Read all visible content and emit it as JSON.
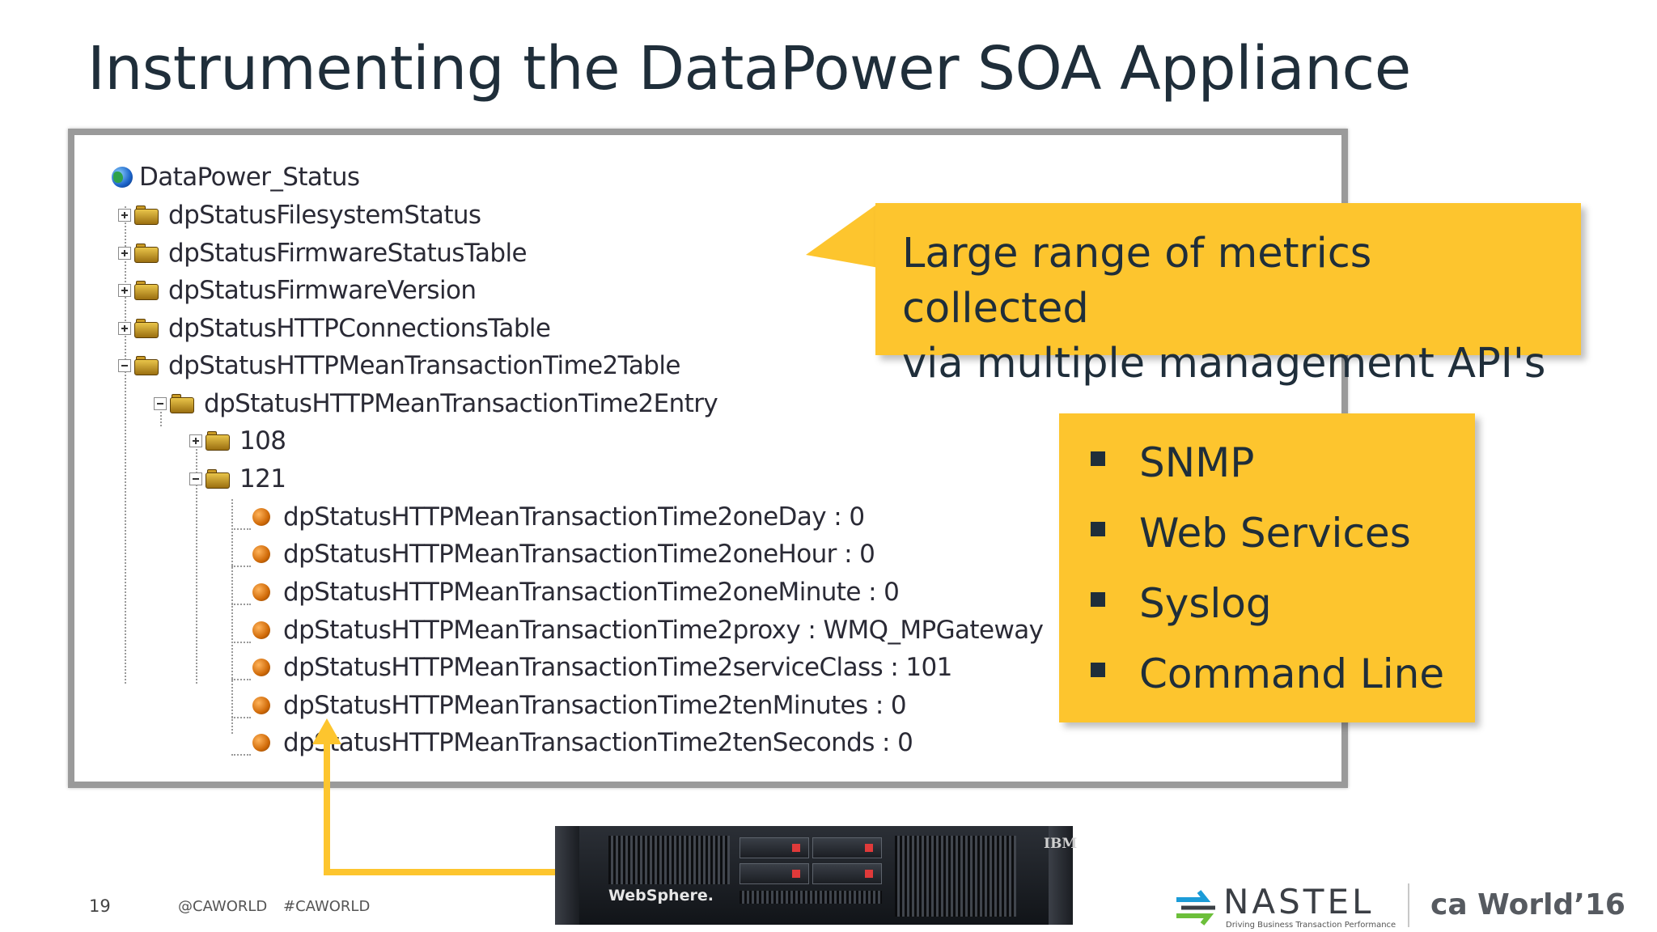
{
  "slide": {
    "title": "Instrumenting the DataPower SOA Appliance",
    "page_number": "19",
    "footer_tags": "@CAWORLD #CAWORLD"
  },
  "tree": {
    "root": "DataPower_Status",
    "nodes": [
      "dpStatusFilesystemStatus",
      "dpStatusFirmwareStatusTable",
      "dpStatusFirmwareVersion",
      "dpStatusHTTPConnectionsTable",
      "dpStatusHTTPMeanTransactionTime2Table",
      "dpStatusHTTPMeanTransactionTime2Entry",
      "108",
      "121"
    ],
    "leaves": [
      "dpStatusHTTPMeanTransactionTime2oneDay : 0",
      "dpStatusHTTPMeanTransactionTime2oneHour : 0",
      "dpStatusHTTPMeanTransactionTime2oneMinute : 0",
      "dpStatusHTTPMeanTransactionTime2proxy : WMQ_MPGateway",
      "dpStatusHTTPMeanTransactionTime2serviceClass : 101",
      "dpStatusHTTPMeanTransactionTime2tenMinutes : 0",
      "dpStatusHTTPMeanTransactionTime2tenSeconds : 0"
    ]
  },
  "callouts": {
    "metrics_line1": "Large range of metrics collected",
    "metrics_line2": "via multiple management API's",
    "apis": [
      "SNMP",
      "Web Services",
      "Syslog",
      "Command Line"
    ]
  },
  "appliance": {
    "brand": "WebSphere.",
    "maker": "IBM"
  },
  "logos": {
    "nastel_name": "NASTEL",
    "nastel_tagline": "Driving Business Transaction Performance",
    "caworld": "ca World’16"
  },
  "colors": {
    "callout": "#fdc52e",
    "title": "#1f2e3a"
  }
}
